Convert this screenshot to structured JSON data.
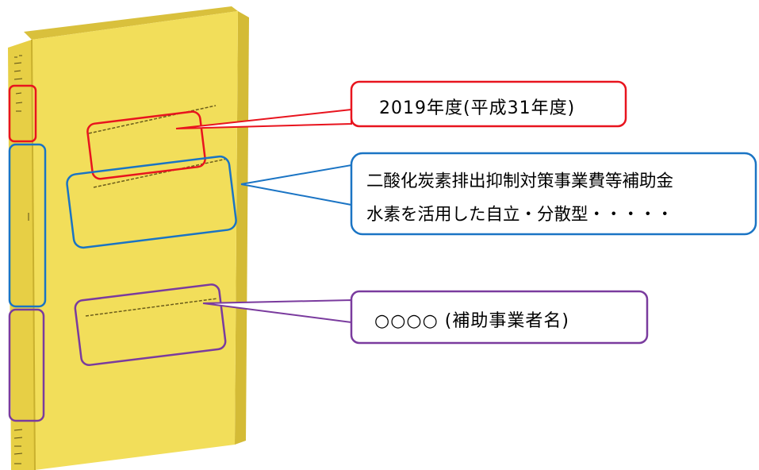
{
  "colors": {
    "folder_face": "#f2de5a",
    "folder_spine": "#e7cf45",
    "folder_edge": "#c9b02e",
    "red": "#e8141e",
    "blue": "#1a74c4",
    "purple": "#7a3b9e"
  },
  "callouts": {
    "fiscal_year": {
      "text": "2019年度(平成31年度)",
      "color_key": "red"
    },
    "program": {
      "line1": "二酸化炭素排出抑制対策事業費等補助金",
      "line2": "水素を活用した自立・分散型・・・・・",
      "color_key": "blue"
    },
    "grantee": {
      "text": "○○○○ (補助事業者名)",
      "color_key": "purple"
    }
  },
  "illustration": {
    "subject": "yellow file folder",
    "icon": "file-folder-icon"
  }
}
